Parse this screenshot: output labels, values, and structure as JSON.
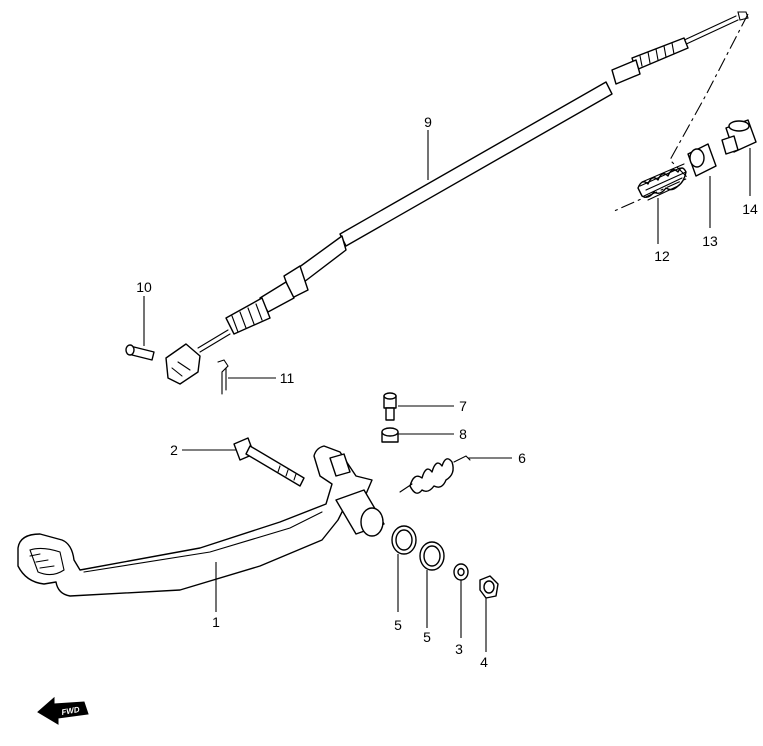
{
  "callouts": {
    "c1": "1",
    "c2": "2",
    "c3": "3",
    "c4": "4",
    "c5a": "5",
    "c5b": "5",
    "c6": "6",
    "c7": "7",
    "c8": "8",
    "c9": "9",
    "c10": "10",
    "c11": "11",
    "c12": "12",
    "c13": "13",
    "c14": "14"
  },
  "fwd_label": "FWD"
}
